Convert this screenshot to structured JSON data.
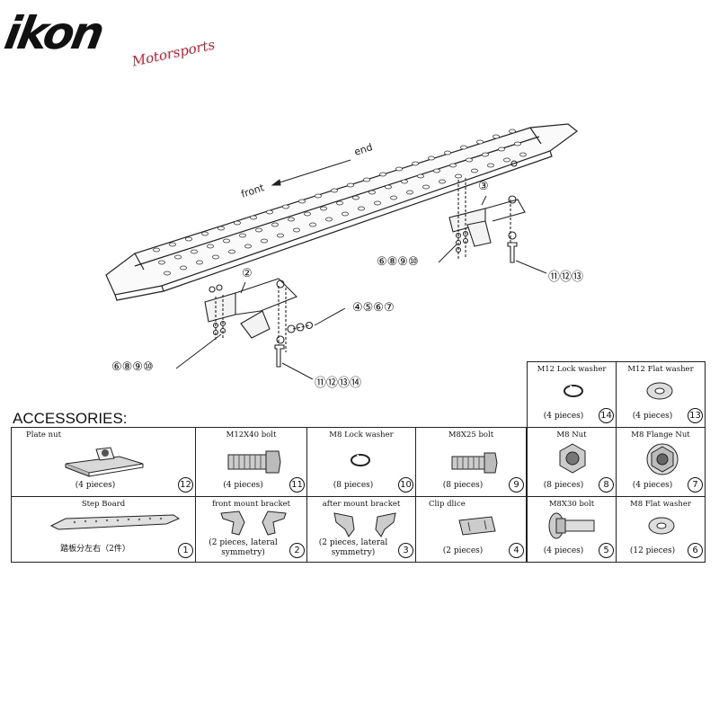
{
  "logo": {
    "main": "ikon",
    "sub": "Motorsports"
  },
  "diagram": {
    "direction_front": "front",
    "direction_end": "end",
    "callouts": {
      "c3": "③",
      "c2": "②",
      "c6_10_right": "⑥⑧⑨⑩",
      "c11_13": "⑪⑫⑬",
      "c4_7": "④⑤⑥⑦",
      "c6_10_left": "⑥⑧⑨⑩",
      "c11_14": "⑪⑫⑬⑭"
    }
  },
  "accessories": {
    "title": "ACCESSORIES:",
    "items": {
      "plate_nut": {
        "name": "Plate nut",
        "qty": "(4 pieces)",
        "num": "12"
      },
      "m12x40_bolt": {
        "name": "M12X40 bolt",
        "qty": "(4 pieces)",
        "num": "11"
      },
      "m8_lock_washer": {
        "name": "M8 Lock washer",
        "qty": "(8 pieces)",
        "num": "10"
      },
      "m8x25_bolt": {
        "name": "M8X25 bolt",
        "qty": "(8 pieces)",
        "num": "9"
      },
      "m8_nut": {
        "name": "M8 Nut",
        "qty": "(8 pieces)",
        "num": "8"
      },
      "m8_flange_nut": {
        "name": "M8 Flange Nut",
        "qty": "(4 pieces)",
        "num": "7"
      },
      "m12_lock_washer": {
        "name": "M12 Lock washer",
        "qty": "(4 pieces)",
        "num": "14"
      },
      "m12_flat_washer": {
        "name": "M12 Flat washer",
        "qty": "(4 pieces)",
        "num": "13"
      },
      "step_board": {
        "name": "Step Board",
        "qty": "踏板分左右（2件）",
        "num": "1"
      },
      "front_mount_bracket": {
        "name": "front mount bracket",
        "qty": "(2 pieces, lateral symmetry)",
        "num": "2"
      },
      "after_mount_bracket": {
        "name": "after mount bracket",
        "qty": "(2 pieces, lateral symmetry)",
        "num": "3"
      },
      "clip_dlice": {
        "name": "Clip dlice",
        "qty": "(2 pieces)",
        "num": "4"
      },
      "m8x30_bolt": {
        "name": "M8X30 bolt",
        "qty": "(4 pieces)",
        "num": "5"
      },
      "m8_flat_washer": {
        "name": "M8 Flat washer",
        "qty": "(12 pieces)",
        "num": "6"
      }
    }
  },
  "colors": {
    "logo_accent": "#d4162c",
    "line": "#222222",
    "background": "#ffffff"
  }
}
